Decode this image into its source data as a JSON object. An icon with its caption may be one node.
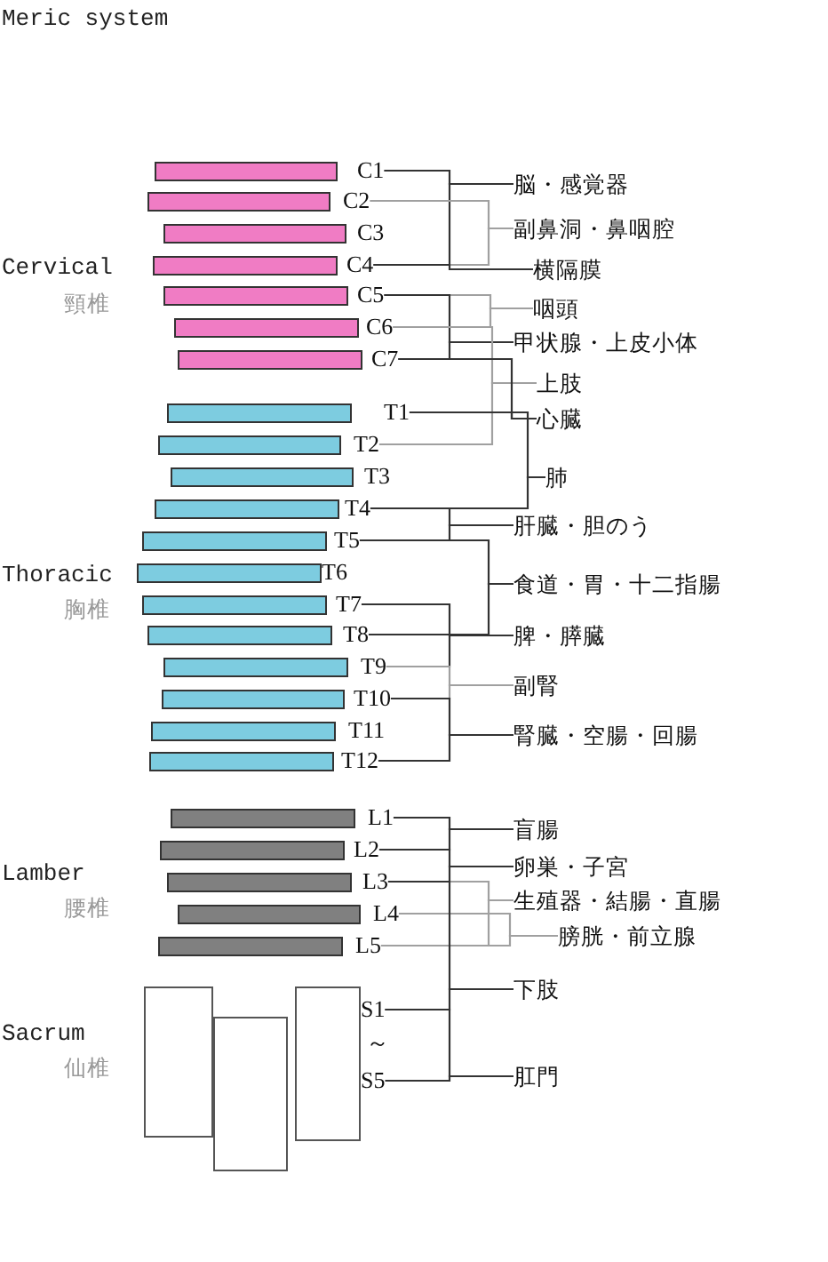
{
  "diagram": {
    "title": "Meric system",
    "nodes": [
      {
        "text": [
          "C1"
        ]
      },
      {
        "text": [
          "C2"
        ]
      },
      {
        "text": [
          "C3"
        ]
      },
      {
        "text": [
          "C4"
        ]
      },
      {
        "text": [
          "C5"
        ]
      },
      {
        "text": [
          "C6"
        ]
      },
      {
        "text": [
          "C7"
        ]
      },
      {
        "text": [
          "T1"
        ]
      },
      {
        "text": [
          "T2"
        ]
      },
      {
        "text": [
          "T3"
        ]
      },
      {
        "text": [
          "T4"
        ]
      },
      {
        "text": [
          "T5"
        ]
      },
      {
        "text": [
          "T6"
        ]
      },
      {
        "text": [
          "T7"
        ]
      },
      {
        "text": [
          "T8"
        ]
      },
      {
        "text": [
          "T9"
        ]
      },
      {
        "text": [
          "T10"
        ]
      },
      {
        "text": [
          "T11"
        ]
      },
      {
        "text": [
          "T12"
        ]
      },
      {
        "text": [
          "L1"
        ]
      },
      {
        "text": [
          "L2"
        ]
      },
      {
        "text": [
          "L3"
        ]
      },
      {
        "text": [
          "L4"
        ]
      },
      {
        "text": [
          "L5"
        ]
      },
      {
        "text": [],
        "shape": "box"
      },
      {
        "text": [],
        "shape": "box"
      },
      {
        "text": [],
        "shape": "box"
      },
      {
        "text": [
          "S1"
        ]
      },
      {
        "text": [
          "S5"
        ]
      },
      {
        "text": [
          "脳・感覚器"
        ]
      },
      {
        "text": [
          "副鼻洞・鼻咽腔"
        ]
      },
      {
        "text": [
          "横隔膜"
        ]
      },
      {
        "text": [
          "咽頭"
        ]
      },
      {
        "text": [
          "甲状腺・上皮小体"
        ]
      },
      {
        "text": [
          "上肢"
        ]
      },
      {
        "text": [
          "心臓"
        ]
      },
      {
        "text": [
          "肺"
        ]
      },
      {
        "text": [
          "肝臓・胆のう"
        ]
      },
      {
        "text": [
          "食道・胃・十二指腸"
        ]
      },
      {
        "text": [
          "脾・膵臓"
        ]
      },
      {
        "text": [
          "副腎"
        ]
      },
      {
        "text": [
          "腎臓・空腸・回腸"
        ]
      },
      {
        "text": [
          "盲腸"
        ]
      },
      {
        "text": [
          "卵巣・子宮"
        ]
      },
      {
        "text": [
          "生殖器・結腸・直腸"
        ]
      },
      {
        "text": [
          "膀胱・前立腺"
        ]
      },
      {
        "text": [
          "下肢"
        ]
      },
      {
        "text": [
          "肛門"
        ]
      }
    ],
    "edges": [
      {
        "from": 0,
        "to": 29,
        "arrow": "none"
      },
      {
        "from": 3,
        "to": 29,
        "arrow": "none"
      },
      {
        "from": 1,
        "to": 30,
        "arrow": "none",
        "color": "#a0a0a0"
      },
      {
        "from": 3,
        "to": 30,
        "arrow": "none",
        "color": "#a0a0a0"
      },
      {
        "from": 3,
        "to": 31,
        "arrow": "none"
      },
      {
        "from": 4,
        "to": 32,
        "arrow": "none",
        "color": "#a0a0a0"
      },
      {
        "from": 5,
        "to": 32,
        "arrow": "none",
        "color": "#a0a0a0"
      },
      {
        "from": 4,
        "to": 33,
        "arrow": "none"
      },
      {
        "from": 6,
        "to": 33,
        "arrow": "none"
      },
      {
        "from": 5,
        "to": 34,
        "arrow": "none",
        "color": "#a0a0a0"
      },
      {
        "from": 8,
        "to": 34,
        "arrow": "none",
        "color": "#a0a0a0"
      },
      {
        "from": 6,
        "to": 35,
        "arrow": "none"
      },
      {
        "from": 7,
        "to": 35,
        "arrow": "none"
      },
      {
        "from": 7,
        "to": 36,
        "arrow": "none"
      },
      {
        "from": 10,
        "to": 36,
        "arrow": "none"
      },
      {
        "from": 10,
        "to": 37,
        "arrow": "none"
      },
      {
        "from": 11,
        "to": 37,
        "arrow": "none"
      },
      {
        "from": 11,
        "to": 38,
        "arrow": "none"
      },
      {
        "from": 14,
        "to": 38,
        "arrow": "none"
      },
      {
        "from": 13,
        "to": 39,
        "arrow": "none"
      },
      {
        "from": 15,
        "to": 39,
        "arrow": "none"
      },
      {
        "from": 15,
        "to": 40,
        "arrow": "none",
        "color": "#a0a0a0"
      },
      {
        "from": 16,
        "to": 40,
        "arrow": "none",
        "color": "#a0a0a0"
      },
      {
        "from": 16,
        "to": 41,
        "arrow": "none"
      },
      {
        "from": 18,
        "to": 41,
        "arrow": "none"
      },
      {
        "from": 19,
        "to": 42,
        "arrow": "none"
      },
      {
        "from": 20,
        "to": 42,
        "arrow": "none"
      },
      {
        "from": 20,
        "to": 43,
        "arrow": "none"
      },
      {
        "from": 21,
        "to": 43,
        "arrow": "none"
      },
      {
        "from": 21,
        "to": 44,
        "arrow": "none",
        "color": "#a0a0a0"
      },
      {
        "from": 23,
        "to": 44,
        "arrow": "none",
        "color": "#a0a0a0"
      },
      {
        "from": 22,
        "to": 45,
        "arrow": "none",
        "color": "#a0a0a0"
      },
      {
        "from": 23,
        "to": 45,
        "arrow": "none",
        "color": "#a0a0a0"
      },
      {
        "from": 21,
        "to": 46,
        "arrow": "none"
      },
      {
        "from": 27,
        "to": 46,
        "arrow": "none"
      },
      {
        "from": 27,
        "to": 47,
        "arrow": "none"
      },
      {
        "from": 28,
        "to": 47,
        "arrow": "none"
      }
    ],
    "labels": [
      "Cervical",
      "頸椎",
      "Thoracic",
      "胸椎",
      "Lamber",
      "腰椎",
      "Sacrum",
      "仙椎",
      "～"
    ]
  }
}
